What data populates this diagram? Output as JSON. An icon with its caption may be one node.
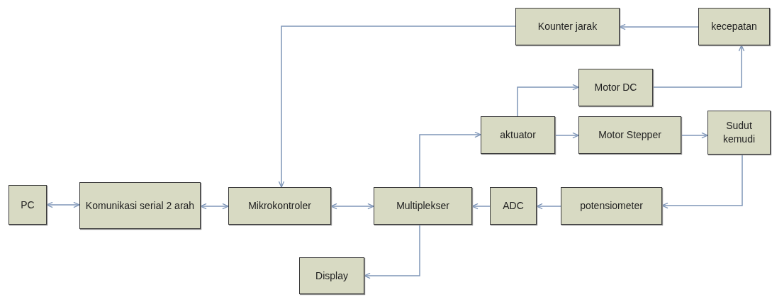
{
  "diagram": {
    "nodes": [
      {
        "text": [
          "Kounter jarak"
        ]
      },
      {
        "text": [
          "kecepatan"
        ]
      },
      {
        "text": [
          "Motor DC"
        ]
      },
      {
        "text": [
          "aktuator"
        ]
      },
      {
        "text": [
          "Motor Stepper"
        ]
      },
      {
        "text": [
          "Sudut kemudi"
        ]
      },
      {
        "text": [
          "PC"
        ]
      },
      {
        "text": [
          "Komunikasi serial 2 arah"
        ]
      },
      {
        "text": [
          "Mikrokontroler"
        ]
      },
      {
        "text": [
          "Multiplekser"
        ]
      },
      {
        "text": [
          "ADC"
        ]
      },
      {
        "text": [
          "potensiometer"
        ]
      },
      {
        "text": [
          "Display"
        ]
      }
    ],
    "edges": [
      {
        "from": 6,
        "to": 7,
        "arrow": "both"
      },
      {
        "from": 7,
        "to": 8,
        "arrow": "both"
      },
      {
        "from": 8,
        "to": 9,
        "arrow": "both"
      },
      {
        "from": 10,
        "to": 9,
        "arrow": "to"
      },
      {
        "from": 11,
        "to": 10,
        "arrow": "to"
      },
      {
        "from": 5,
        "to": 11,
        "arrow": "to"
      },
      {
        "from": 9,
        "to": 3,
        "arrow": "to"
      },
      {
        "from": 3,
        "to": 2,
        "arrow": "to"
      },
      {
        "from": 3,
        "to": 4,
        "arrow": "to"
      },
      {
        "from": 4,
        "to": 5,
        "arrow": "to"
      },
      {
        "from": 2,
        "to": 1,
        "arrow": "to"
      },
      {
        "from": 1,
        "to": 0,
        "arrow": "to"
      },
      {
        "from": 0,
        "to": 8,
        "arrow": "to"
      },
      {
        "from": 9,
        "to": 12,
        "arrow": "to"
      }
    ]
  }
}
